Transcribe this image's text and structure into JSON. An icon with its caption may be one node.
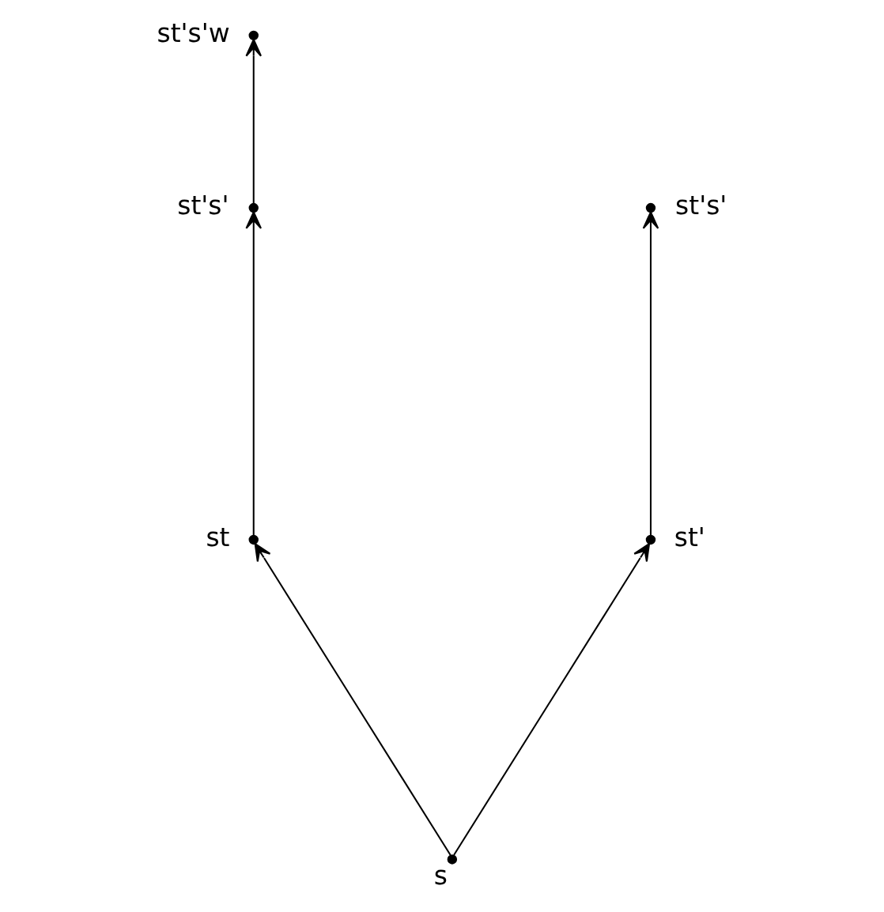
{
  "diagram": {
    "nodes": [
      {
        "text": [],
        "shape": "circle",
        "beside": [
          "st's'w"
        ]
      },
      {
        "text": [],
        "shape": "circle",
        "beside": [
          "st's'"
        ]
      },
      {
        "text": [],
        "shape": "circle",
        "beside": [
          "st's'"
        ]
      },
      {
        "text": [],
        "shape": "circle",
        "beside": [
          "st"
        ]
      },
      {
        "text": [],
        "shape": "circle",
        "beside": [
          "st'"
        ]
      },
      {
        "text": [],
        "shape": "circle",
        "beside": [
          "s"
        ]
      }
    ],
    "edges": [
      {
        "from": 5,
        "to": 3,
        "arrow": "to"
      },
      {
        "from": 5,
        "to": 4,
        "arrow": "to"
      },
      {
        "from": 3,
        "to": 1,
        "arrow": "to"
      },
      {
        "from": 1,
        "to": 0,
        "arrow": "to"
      },
      {
        "from": 4,
        "to": 2,
        "arrow": "to"
      }
    ]
  }
}
